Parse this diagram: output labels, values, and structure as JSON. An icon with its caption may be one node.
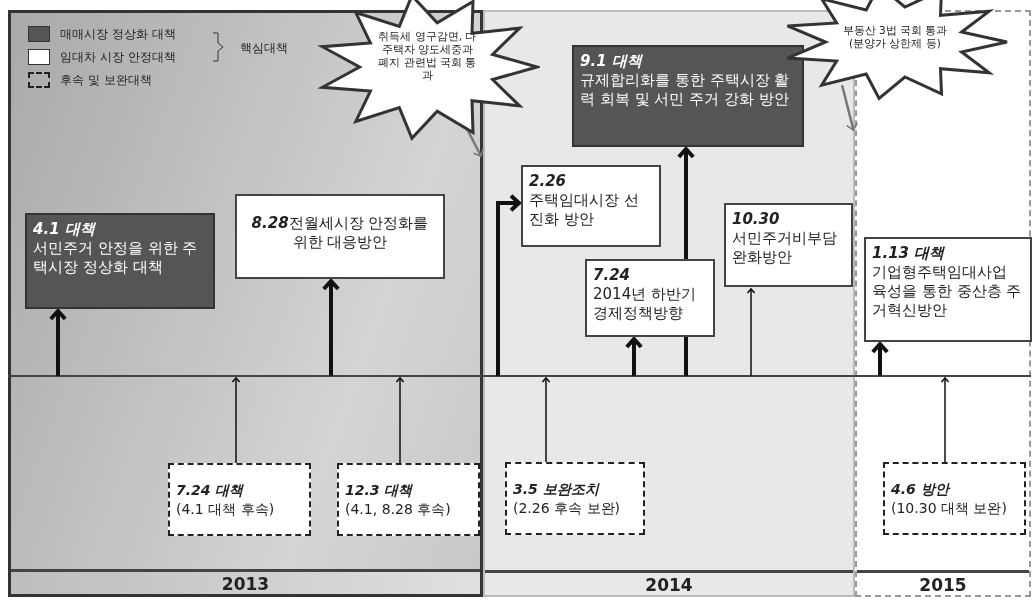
{
  "diagram": {
    "nodes": [
      {
        "text": [
          "2013"
        ]
      },
      {
        "text": [
          "2014"
        ]
      },
      {
        "text": [
          "2015"
        ]
      },
      {
        "text": [
          "4.1 대책",
          "서민주거 안정을 위한 주택시장 정상화 대책"
        ],
        "in": 0
      },
      {
        "text": [
          "8.28",
          "전월세시장 안정화를 위한 대응방안"
        ],
        "in": 0
      },
      {
        "text": [
          "7.24 대책",
          "(4.1 대책 후속)"
        ],
        "in": 0
      },
      {
        "text": [
          "12.3 대책",
          "(4.1, 8.28 후속)"
        ],
        "in": 0
      },
      {
        "text": [
          "취득세 영구감면, 다주택자 양도세중과 폐지 관련법 국회 통과"
        ]
      },
      {
        "text": [
          "2.26",
          "주택임대시장 선진화 방안"
        ],
        "in": 1
      },
      {
        "text": [
          "9.1 대책",
          "규제합리화를 통한 주택시장 활력 회복 및 서민 주거 강화 방안"
        ],
        "in": 1
      },
      {
        "text": [
          "7.24",
          "2014년 하반기 경제정책방향"
        ],
        "in": 1
      },
      {
        "text": [
          "10.30",
          "서민주거비부담 완화방안"
        ],
        "in": 1
      },
      {
        "text": [
          "3.5 보완조치",
          "(2.26 후속 보완)"
        ],
        "in": 1
      },
      {
        "text": [
          "부동산 3법 국회 통과(분양가 상한제 등)"
        ]
      },
      {
        "text": [
          "1.13 대책",
          "기업형주택임대사업 육성을 통한 중산층 주거혁신방안"
        ],
        "in": 2
      },
      {
        "text": [
          "4.6 방안",
          "(10.30 대책 보완)"
        ],
        "in": 2
      }
    ],
    "edges": [
      {
        "from": null,
        "to": 3,
        "arrow": "to"
      },
      {
        "from": null,
        "to": 4,
        "arrow": "to"
      },
      {
        "from": 5,
        "to": null,
        "arrow": "to"
      },
      {
        "from": 6,
        "to": null,
        "arrow": "to"
      },
      {
        "from": null,
        "to": 8,
        "arrow": "to"
      },
      {
        "from": null,
        "to": 10,
        "arrow": "to"
      },
      {
        "from": null,
        "to": 9,
        "arrow": "to"
      },
      {
        "from": null,
        "to": 11,
        "arrow": "to"
      },
      {
        "from": 12,
        "to": null,
        "arrow": "to"
      },
      {
        "from": null,
        "to": 14,
        "arrow": "to"
      },
      {
        "from": 15,
        "to": null,
        "arrow": "to"
      },
      {
        "from": 7,
        "to": 1,
        "arrow": "to",
        "color": "#777777"
      },
      {
        "from": 13,
        "to": 2,
        "arrow": "to",
        "color": "#777777"
      }
    ],
    "labels": [
      "핵심대책"
    ],
    "legend": [
      {
        "text": "매매시장 정상화 대책",
        "color": "#555555"
      },
      {
        "text": "임대차 시장 안정대책",
        "color": "#ffffff"
      },
      {
        "text": "후속 및 보완대책"
      }
    ]
  }
}
